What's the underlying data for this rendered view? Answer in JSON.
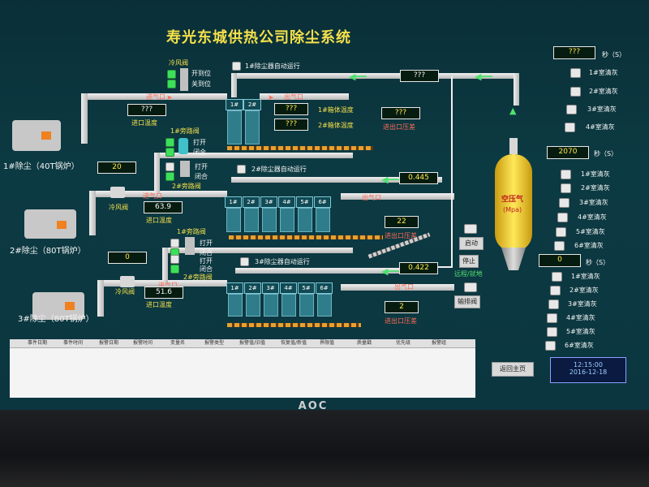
{
  "title": "寿光东城供热公司除尘系统",
  "boiler1": {
    "label": "1#除尘（40T锅炉）",
    "cold_valve": "冷风阀",
    "open_limit": "开到位",
    "close_limit": "关到位",
    "inlet": "进气口",
    "outlet": "出气口",
    "inlet_temp_value": "???",
    "inlet_temp_label": "进口温度",
    "auto_run": "1#除尘器自动运行",
    "box1": "1#",
    "box2": "2#",
    "box1_temp_value": "???",
    "box1_temp_label": "1#箱体温度",
    "box2_temp_value": "???",
    "box2_temp_label": "2#箱体温度",
    "dp_value": "???",
    "dp_label": "进出口压差",
    "fan_value": "???"
  },
  "boiler2": {
    "label": "2#除尘（80T锅炉）",
    "bypass": "1#旁路阀",
    "bypass2": "2#旁路阀",
    "open": "打开",
    "close": "闭合",
    "cold_valve": "冷风阀",
    "cold_value": "20",
    "inlet": "进气口",
    "outlet": "出气口",
    "inlet_temp_value": "63.9",
    "inlet_temp_label": "进口温度",
    "auto_run": "2#除尘器自动运行",
    "boxes": [
      "1#",
      "2#",
      "3#",
      "4#",
      "5#",
      "6#"
    ],
    "flow_value": "0.445",
    "dp_value": "22",
    "dp_label": "进出口压差"
  },
  "boiler3": {
    "label": "3#除尘（80T锅炉）",
    "bypass": "1#旁路阀",
    "bypass2": "2#旁路阀",
    "open": "打开",
    "close": "闭合",
    "cold_valve": "冷风阀",
    "cold_value": "0",
    "inlet": "进气口",
    "outlet": "出气口",
    "inlet_temp_value": "51.6",
    "inlet_temp_label": "进口温度",
    "auto_run": "3#除尘器自动运行",
    "boxes": [
      "1#",
      "2#",
      "3#",
      "4#",
      "5#",
      "6#"
    ],
    "flow_value": "0.422",
    "dp_value": "2",
    "dp_label": "进出口压差"
  },
  "compressor": {
    "label": "空压气",
    "unit": "(Mpa)",
    "start": "启动",
    "stop": "停止",
    "remote": "远程/就地",
    "drain": "输排阀"
  },
  "right_panel": {
    "group1": {
      "value": "???",
      "unit": "秒（S）",
      "items": [
        "1#室清灰",
        "2#室清灰",
        "3#室清灰",
        "4#室清灰"
      ]
    },
    "group2": {
      "value": "2070",
      "unit": "秒（S）",
      "items": [
        "1#室清灰",
        "2#室清灰",
        "3#室清灰",
        "4#室清灰",
        "5#室清灰",
        "6#室清灰"
      ]
    },
    "group3": {
      "value": "0",
      "unit": "秒（S）",
      "items": [
        "1#室清灰",
        "2#室清灰",
        "3#室清灰",
        "4#室清灰",
        "5#室清灰",
        "6#室清灰"
      ]
    }
  },
  "alarm_table": {
    "headers": [
      "事件日期",
      "事件时间",
      "报警日期",
      "报警时间",
      "变量名",
      "报警类型",
      "报警值/旧值",
      "恢复值/新值",
      "界限值",
      "质量戳",
      "优先级",
      "报警组"
    ]
  },
  "return_btn": "返回主页",
  "clock": {
    "time": "12:15:00",
    "date": "2016-12-18"
  },
  "brand": "AOC"
}
